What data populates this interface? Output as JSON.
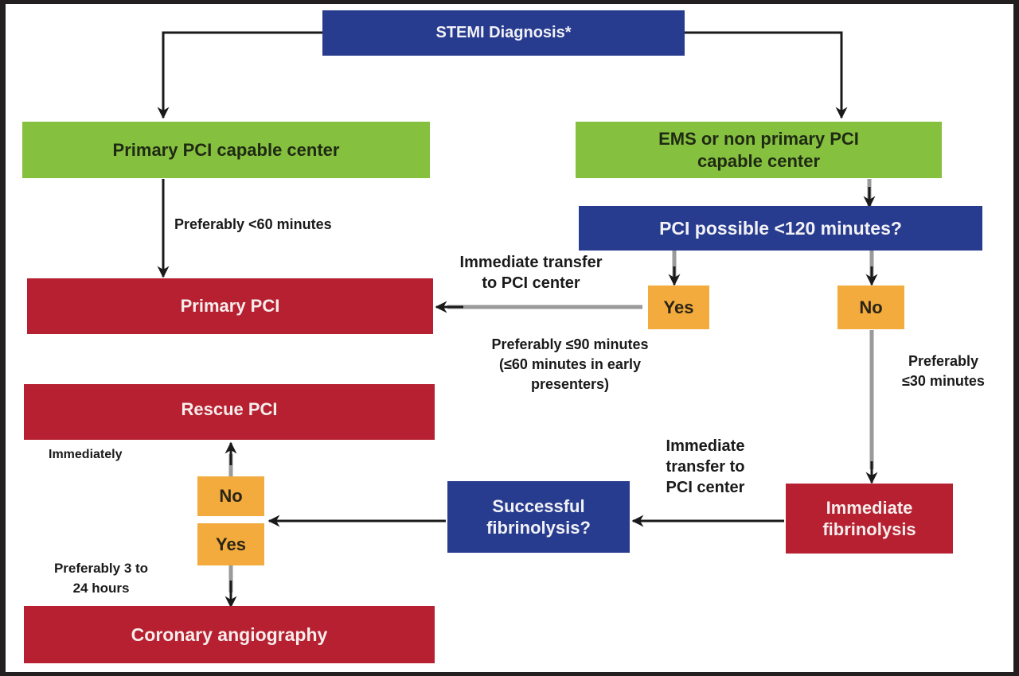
{
  "title": "STEMI management flowchart",
  "colors": {
    "decision_blue": "#283c8f",
    "center_green": "#86c03f",
    "action_red": "#b62030",
    "answer_orange": "#f2ab3c",
    "black_arrow": "#1a1a1a",
    "gray_arrow": "#9a9a9a"
  },
  "nodes": {
    "stemi_diagnosis": "STEMI Diagnosis*",
    "primary_pci_center": "Primary PCI capable center",
    "ems_non_primary": [
      "EMS or non primary PCI",
      "capable center"
    ],
    "pci_possible": "PCI possible <120 minutes?",
    "yes_transfer": "Yes",
    "no_transfer": "No",
    "primary_pci": "Primary PCI",
    "rescue_pci": "Rescue PCI",
    "fib_no": "No",
    "fib_yes": "Yes",
    "successful_fibrinolysis": [
      "Successful",
      "fibrinolysis?"
    ],
    "immediate_fibrinolysis": [
      "Immediate",
      "fibrinolysis"
    ],
    "coronary_angiography": "Coronary angiography"
  },
  "labels": {
    "preferably_60": "Preferably <60 minutes",
    "immediate_transfer_pci": [
      "Immediate transfer",
      "to PCI center"
    ],
    "preferably_90": [
      "Preferably ≤90 minutes",
      "(≤60 minutes in early",
      "presenters)"
    ],
    "preferably_30": [
      "Preferably",
      "≤30 minutes"
    ],
    "immediately": "Immediately",
    "immediate_transfer_pci_2": [
      "Immediate",
      "transfer to",
      "PCI center"
    ],
    "preferably_3_24": [
      "Preferably 3 to",
      "24 hours"
    ]
  }
}
